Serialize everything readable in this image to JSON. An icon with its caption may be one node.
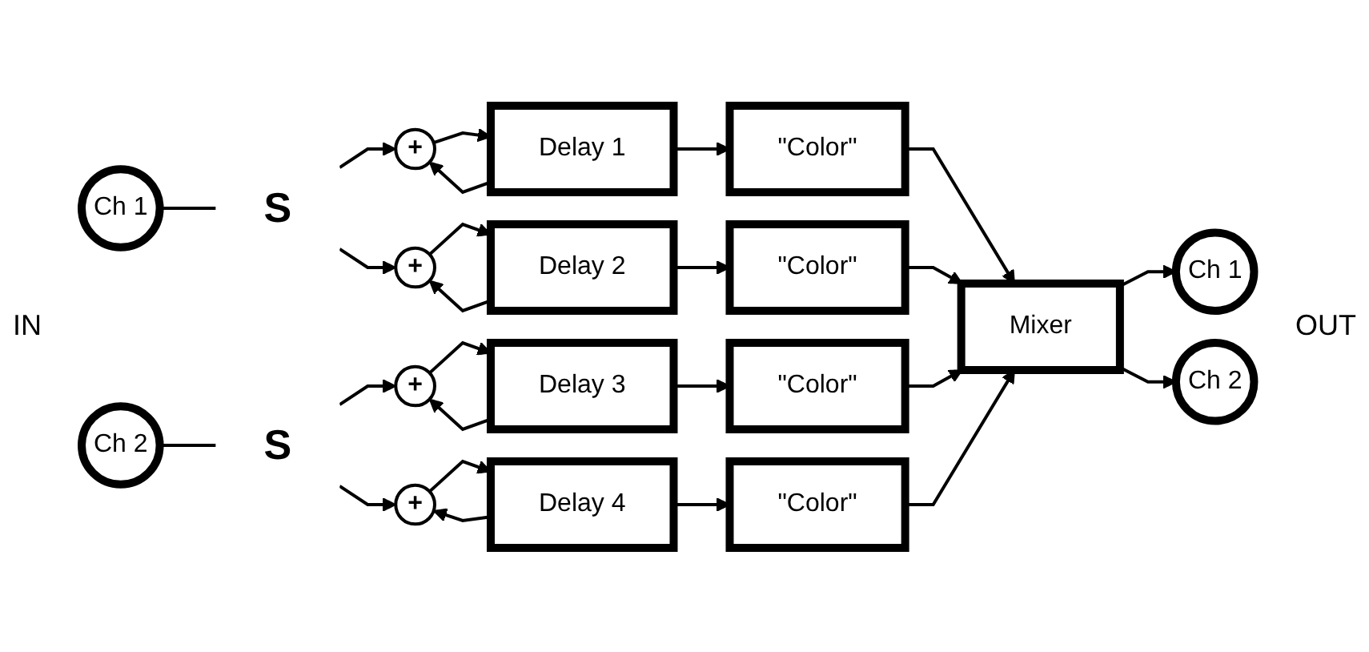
{
  "diagram": {
    "nodes": [
      {
        "text": [
          "Ch 1"
        ]
      },
      {
        "text": [
          "S"
        ]
      },
      {
        "text": [
          "+"
        ]
      },
      {
        "text": [
          "+"
        ]
      },
      {
        "text": [
          "Delay 1"
        ]
      },
      {
        "text": [
          "Delay 2"
        ]
      },
      {
        "text": [
          "\"Color\""
        ]
      },
      {
        "text": [
          "\"Color\""
        ]
      },
      {
        "text": [
          "Ch 2"
        ]
      },
      {
        "text": [
          "S"
        ]
      },
      {
        "text": [
          "+"
        ]
      },
      {
        "text": [
          "+"
        ]
      },
      {
        "text": [
          "Delay 3"
        ]
      },
      {
        "text": [
          "Delay 4"
        ]
      },
      {
        "text": [
          "\"Color\""
        ]
      },
      {
        "text": [
          "\"Color\""
        ]
      },
      {
        "text": [
          "Mixer"
        ]
      },
      {
        "text": [
          "Ch 1"
        ]
      },
      {
        "text": [
          "Ch 2"
        ]
      }
    ],
    "edges": [
      {
        "from": 0,
        "to": 1,
        "arrow": "none"
      },
      {
        "from": 1,
        "to": 2,
        "arrow": "to"
      },
      {
        "from": 1,
        "to": 3,
        "arrow": "to"
      },
      {
        "from": 2,
        "to": 4,
        "arrow": "to"
      },
      {
        "from": 3,
        "to": 5,
        "arrow": "to"
      },
      {
        "from": 4,
        "to": 6,
        "arrow": "to"
      },
      {
        "from": 5,
        "to": 7,
        "arrow": "to"
      },
      {
        "from": 4,
        "to": 2,
        "arrow": "to"
      },
      {
        "from": 5,
        "to": 3,
        "arrow": "to"
      },
      {
        "from": 8,
        "to": 9,
        "arrow": "none"
      },
      {
        "from": 9,
        "to": 10,
        "arrow": "to"
      },
      {
        "from": 9,
        "to": 11,
        "arrow": "to"
      },
      {
        "from": 10,
        "to": 12,
        "arrow": "to"
      },
      {
        "from": 11,
        "to": 13,
        "arrow": "to"
      },
      {
        "from": 12,
        "to": 14,
        "arrow": "to"
      },
      {
        "from": 13,
        "to": 15,
        "arrow": "to"
      },
      {
        "from": 12,
        "to": 10,
        "arrow": "to"
      },
      {
        "from": 13,
        "to": 11,
        "arrow": "to"
      },
      {
        "from": 6,
        "to": 16,
        "arrow": "to"
      },
      {
        "from": 7,
        "to": 16,
        "arrow": "to"
      },
      {
        "from": 14,
        "to": 16,
        "arrow": "to"
      },
      {
        "from": 15,
        "to": 16,
        "arrow": "to"
      },
      {
        "from": 16,
        "to": 17,
        "arrow": "to"
      },
      {
        "from": 16,
        "to": 18,
        "arrow": "to"
      }
    ],
    "labels": [
      "IN",
      "OUT"
    ]
  }
}
